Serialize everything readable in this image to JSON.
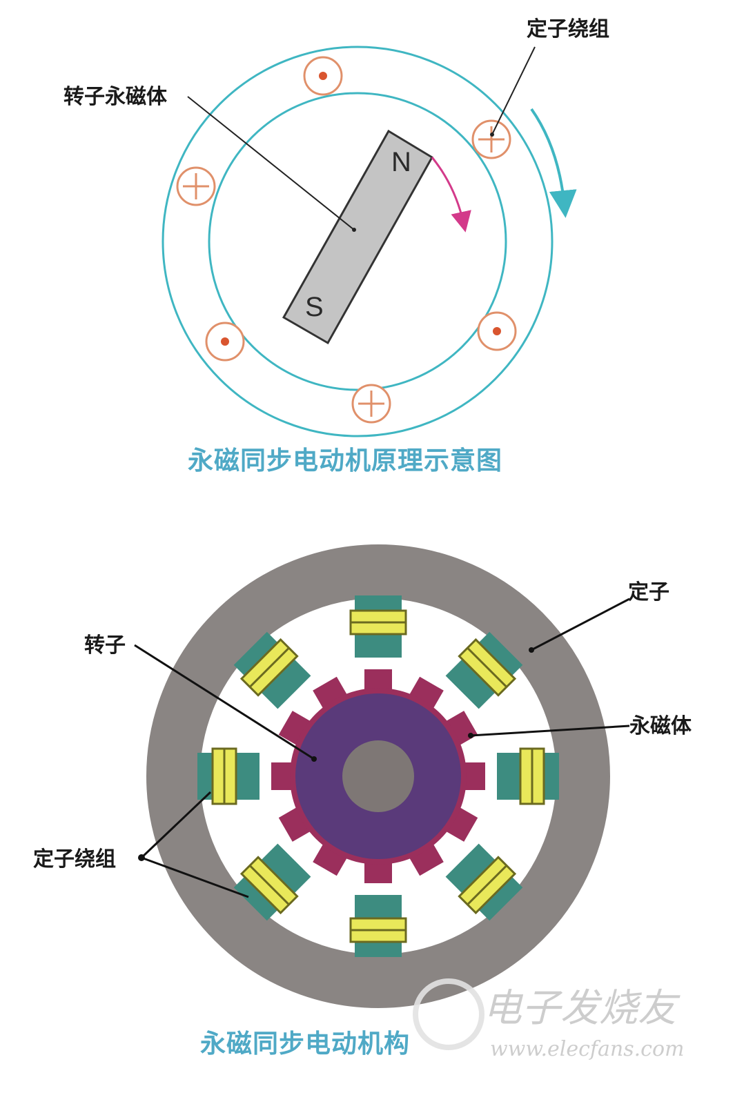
{
  "diagram1": {
    "caption": "永磁同步电动机原理示意图",
    "labels": {
      "stator_winding": "定子绕组",
      "rotor_magnet": "转子永磁体"
    },
    "poles": {
      "north": "N",
      "south": "S"
    },
    "coils": [
      "dot",
      "cross",
      "cross",
      "dot",
      "cross",
      "dot"
    ],
    "colors": {
      "ring": "#3fb6c2",
      "coil": "#e0906a",
      "dot": "#d9552f",
      "magnet": "#c4c4c4",
      "rotation_arrow": "#d33a8a"
    }
  },
  "diagram2": {
    "caption": "永磁同步电动机构",
    "labels": {
      "stator": "定子",
      "rotor": "转子",
      "permanent_magnet": "永磁体",
      "stator_winding": "定子绕组"
    },
    "colors": {
      "stator": "#8a8583",
      "rotor": "#5a3a7a",
      "magnet_teeth": "#9b2f5c",
      "shaft": "#7e7775",
      "pole_core": "#3d8c80",
      "winding": "#e9e85a"
    }
  },
  "watermark": {
    "title": "电子发烧友",
    "url": "www.elecfans.com"
  }
}
